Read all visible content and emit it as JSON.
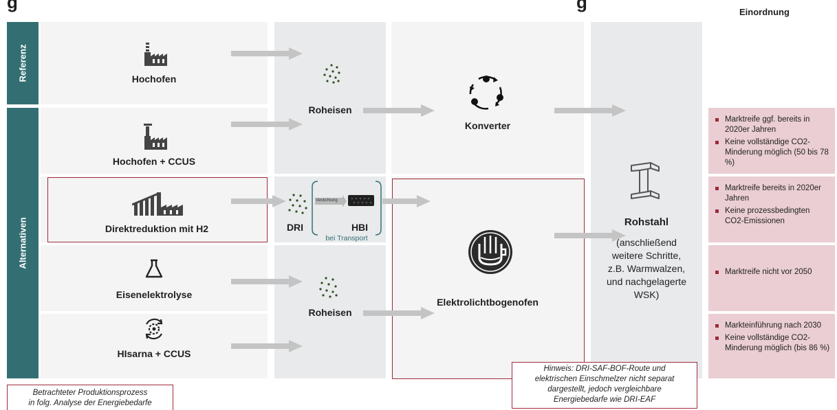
{
  "header": {
    "title_fragment_left": "g",
    "title_fragment_right": "g",
    "einordnung": "Einordnung"
  },
  "side_labels": {
    "referenz": "Referenz",
    "alternativen": "Alternativen"
  },
  "processes": {
    "hochofen": "Hochofen",
    "hochofen_ccus": "Hochofen + CCUS",
    "direktreduktion": "Direktreduktion mit H2",
    "eisenelektrolyse": "Eisenelektrolyse",
    "hisarna": "HIsarna + CCUS"
  },
  "intermediates": {
    "roheisen_top": "Roheisen",
    "dri": "DRI",
    "verdichtung": "Verdichtung",
    "hbi": "HBI",
    "bei_transport": "bei Transport",
    "roheisen_bottom": "Roheisen"
  },
  "furnaces": {
    "konverter": "Konverter",
    "elektrolichtbogenofen": "Elektrolichtbogenofen"
  },
  "output": {
    "rohstahl": "Rohstahl",
    "rohstahl_note": [
      "(anschließend",
      "weitere Schritte,",
      "z.B. Warmwalzen,",
      "und nachgelagerte",
      "WSK)"
    ]
  },
  "einordnung_boxes": [
    {
      "items": [
        "Marktreife ggf. bereits in 2020er Jahren",
        "Keine vollständige CO2-Minderung möglich (50 bis 78 %)"
      ]
    },
    {
      "items": [
        "Marktreife bereits in 2020er Jahren",
        "Keine prozessbedingten CO2-Emissionen"
      ]
    },
    {
      "items": [
        "Marktreife nicht vor 2050"
      ]
    },
    {
      "items": [
        "Markteinführung nach 2030",
        "Keine vollständige CO2-Minderung möglich (bis 86 %)"
      ]
    }
  ],
  "notes": {
    "hinweis": [
      "Hinweis: DRI-SAF-BOF-Route und",
      "elektrischen Einschmelzer nicht separat",
      "dargestellt, jedoch vergleichbare",
      "Energiebedarfe wie DRI-EAF"
    ],
    "legend": [
      "Betrachteter Produktionsprozess",
      "in folg. Analyse der Energiebedarfe"
    ]
  },
  "colors": {
    "teal": "#336f72",
    "dark_red": "#9e2a3a",
    "pink": "#eaced3",
    "panel": "#f3f4f3",
    "column": "#e8eaec",
    "arrow": "#c4c4c4"
  },
  "icons": [
    "factory-icon",
    "factory-chimney-icon",
    "direct-reduction-plant-icon",
    "flask-icon",
    "gear-cycle-icon",
    "pellets-icon",
    "cycle-arrows-icon",
    "arc-furnace-icon",
    "steel-beam-icon"
  ]
}
